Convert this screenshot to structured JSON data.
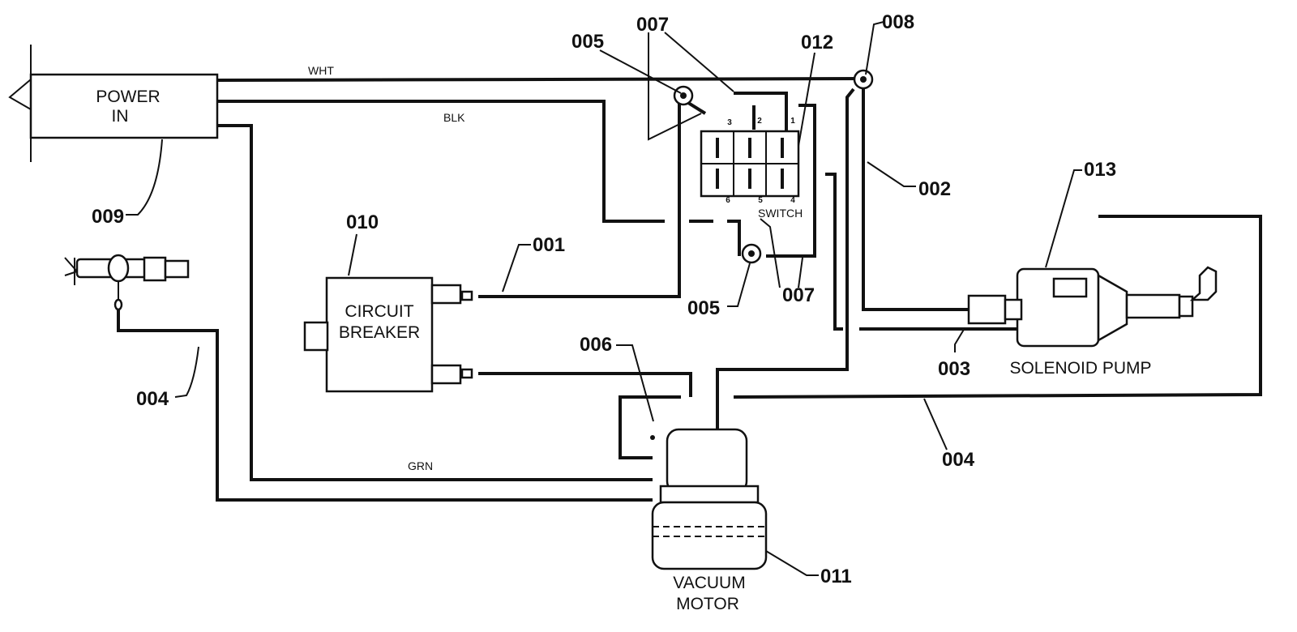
{
  "components": {
    "power_in": {
      "line1": "POWER",
      "line2": "IN"
    },
    "circuit_breaker": {
      "line1": "CIRCUIT",
      "line2": "BREAKER"
    },
    "switch": {
      "label": "SWITCH",
      "pins": [
        "3",
        "2",
        "1",
        "6",
        "5",
        "4"
      ]
    },
    "solenoid_pump": {
      "label": "SOLENOID PUMP"
    },
    "vacuum_motor": {
      "line1": "VACUUM",
      "line2": "MOTOR"
    }
  },
  "wire_labels": {
    "white": "WHT",
    "black": "BLK",
    "green": "GRN"
  },
  "callouts": {
    "c009": "009",
    "c004_left": "004",
    "c010": "010",
    "c001": "001",
    "c005_top": "005",
    "c007_top": "007",
    "c012": "012",
    "c008": "008",
    "c002": "002",
    "c013": "013",
    "c005_bottom": "005",
    "c007_bottom": "007",
    "c006": "006",
    "c003": "003",
    "c004_right": "004",
    "c011": "011"
  }
}
